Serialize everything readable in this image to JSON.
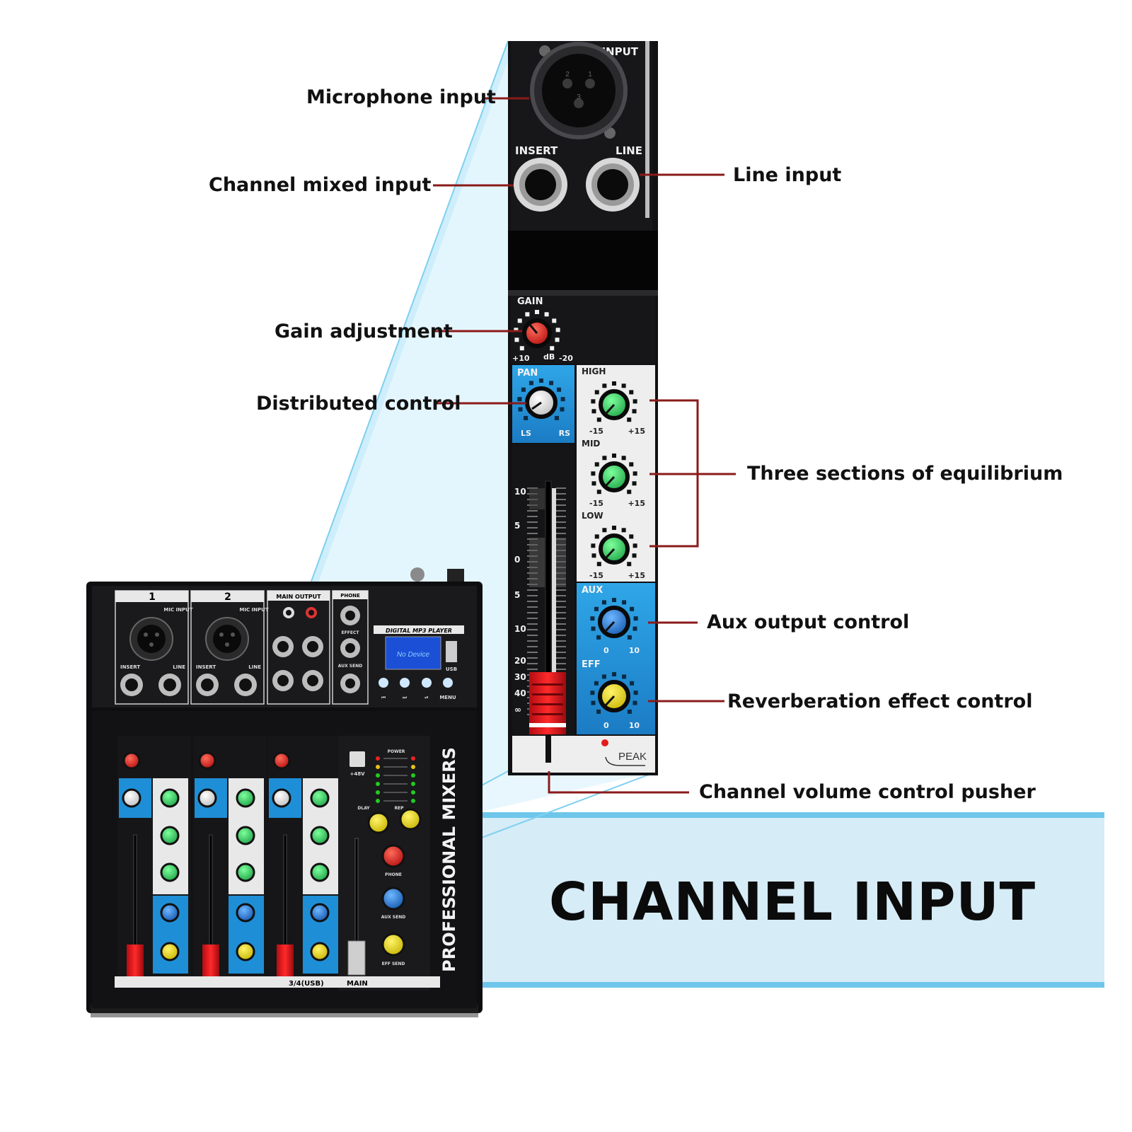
{
  "banner": {
    "title": "CHANNEL INPUT"
  },
  "callouts": {
    "microphone_input": "Microphone input",
    "channel_mixed_input": "Channel mixed input",
    "line_input": "Line input",
    "gain_adjustment": "Gain adjustment",
    "distributed_control": "Distributed control",
    "three_sections": "Three sections of equilibrium",
    "aux_output": "Aux output control",
    "reverb_effect": "Reverberation effect control",
    "volume_pusher": "Channel volume control pusher"
  },
  "strip": {
    "input": "INPUT",
    "insert": "INSERT",
    "line": "LINE",
    "gain": "GAIN",
    "gain_plus": "+10",
    "gain_db": "dB",
    "gain_minus": "-20",
    "pan": "PAN",
    "pan_l": "LS",
    "pan_r": "RS",
    "high": "HIGH",
    "mid": "MID",
    "low": "LOW",
    "eq_min": "-15",
    "eq_max": "+15",
    "aux": "AUX",
    "eff": "EFF",
    "knob_min": "0",
    "knob_max": "10",
    "peak": "PEAK",
    "fader_scale": [
      "10",
      "5",
      "0",
      "5",
      "10",
      "20",
      "30",
      "40",
      "∞"
    ]
  },
  "mixer": {
    "channels": [
      "1",
      "2"
    ],
    "mic_input": "MIC INPUT",
    "insert": "INSERT",
    "line": "LINE",
    "main_output": "MAIN OUTPUT",
    "phone": "PHONE",
    "effect": "EFFECT",
    "aux_send": "AUX SEND",
    "mp3_player": "DIGITAL MP3 PLAYER",
    "screen_text": "No Device",
    "usb": "USB",
    "menu": "MENU",
    "brand": "PROFESSIONAL MIXERS",
    "ch34": "3/4(USB)",
    "main": "MAIN",
    "power": "POWER",
    "v48": "+48V",
    "dlay": "DLAY",
    "rep": "REP",
    "phone_knob": "PHONE",
    "aux_send_knob": "AUX SEND",
    "eff_send": "EFF SEND"
  },
  "colors": {
    "leader_line": "#8b1a1a",
    "banner_fill": "#d6ecf7",
    "banner_border": "#6ec6ea",
    "beam": "#bde6f8",
    "panel_blue": "#1e8fd6",
    "knob_green": "#2fcf5a",
    "knob_red": "#e0201f",
    "knob_blue": "#1f7fd6",
    "knob_yellow": "#f2e01b"
  }
}
